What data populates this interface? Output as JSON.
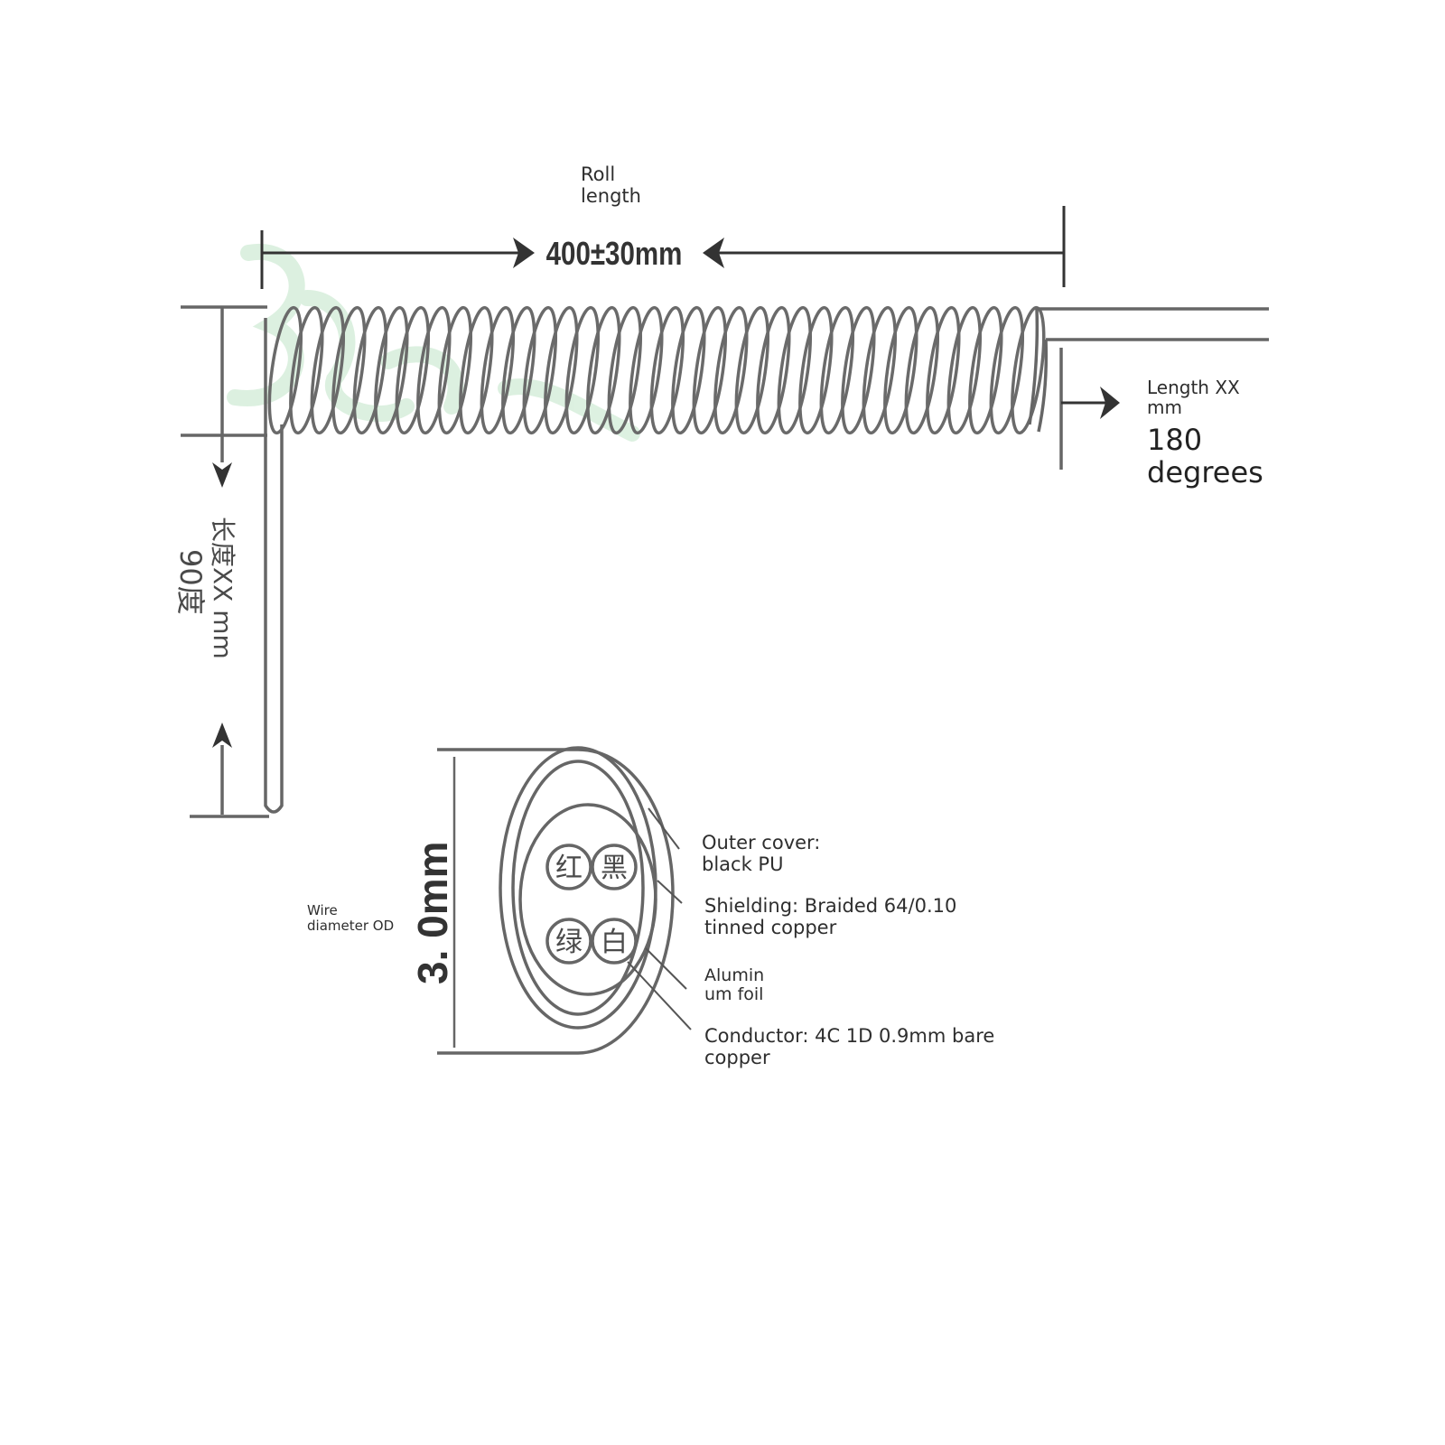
{
  "roll_length": {
    "label": "Roll\nlength",
    "dimension": "400±30mm"
  },
  "right_tail": {
    "label": "Length XX\nmm",
    "angle": "180\ndegrees"
  },
  "left_tail": {
    "vertical_text": "长度XX mm",
    "partial_text": "90度"
  },
  "cross_section": {
    "diameter_value": "3. 0mm",
    "diameter_label": "Wire\ndiameter OD",
    "cores": [
      "红",
      "黑",
      "绿",
      "白"
    ],
    "callouts": {
      "outer_cover": "Outer cover:\nblack PU",
      "shielding": "Shielding: Braided 64/0.10\ntinned copper",
      "foil": "Alumin\num foil",
      "conductor": "Conductor: 4C 1D 0.9mm bare\ncopper"
    }
  }
}
